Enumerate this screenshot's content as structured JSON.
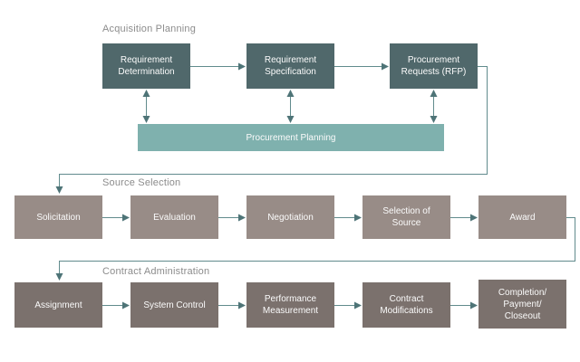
{
  "colors": {
    "acquisition_box": "#50686b",
    "planning_bar": "#7fb1ae",
    "source_box": "#988c87",
    "contract_box": "#7b716d",
    "connector_line": "#618b8d",
    "arrowhead": "#4e7477",
    "section_label": "#8c8c8c",
    "box_text": "#fbfbfb",
    "canvas_bg": "#ffffff"
  },
  "acquisition": {
    "section_label": "Acquisition Planning",
    "boxes": [
      "Requirement Determination",
      "Requirement Specification",
      "Procurement Requests (RFP)"
    ],
    "planning_bar_label": "Procurement Planning"
  },
  "source_selection": {
    "section_label": "Source Selection",
    "boxes": [
      "Solicitation",
      "Evaluation",
      "Negotiation",
      "Selection of Source",
      "Award"
    ]
  },
  "contract_administration": {
    "section_label": "Contract Administration",
    "boxes": [
      "Assignment",
      "System Control",
      "Performance Measurement",
      "Contract Modifications",
      "Completion/ Payment/ Closeout"
    ]
  }
}
